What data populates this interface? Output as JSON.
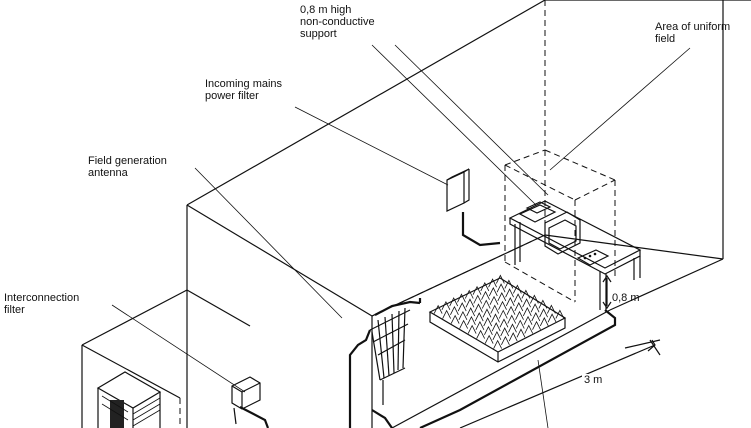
{
  "labels": {
    "support": {
      "line1": "0,8 m high",
      "line2": "non-conductive",
      "line3": "support"
    },
    "uniform_field": {
      "line1": "Area of uniform",
      "line2": "field"
    },
    "mains_filter": {
      "line1": "Incoming mains",
      "line2": "power filter"
    },
    "antenna": {
      "line1": "Field generation",
      "line2": "antenna"
    },
    "interconnection": {
      "line1": "Interconnection",
      "line2": "filter"
    },
    "height_dim": "0,8 m",
    "distance_dim": "3 m"
  }
}
